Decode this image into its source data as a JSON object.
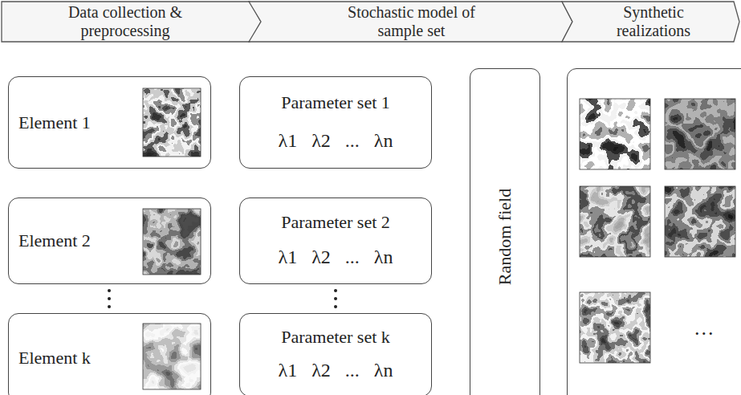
{
  "diagram": {
    "nodes": [
      {
        "text": [
          "Data collection & preprocessing"
        ]
      },
      {
        "text": [
          "Stochastic model of sample set"
        ]
      },
      {
        "text": [
          "Synthetic realizations"
        ]
      },
      {
        "text": [
          "Element 1"
        ]
      },
      {
        "text": [
          "Element 2"
        ]
      },
      {
        "text": [
          "Element k"
        ]
      },
      {
        "text": [
          "Parameter set 1",
          "λ1 λ2 ... λn"
        ]
      },
      {
        "text": [
          "Parameter set 2",
          "λ1 λ2 ... λn"
        ]
      },
      {
        "text": [
          "Parameter set k",
          "λ1 λ2 ... λn"
        ]
      },
      {
        "text": [
          "Random field"
        ]
      },
      {
        "text": [
          "..."
        ]
      }
    ]
  }
}
